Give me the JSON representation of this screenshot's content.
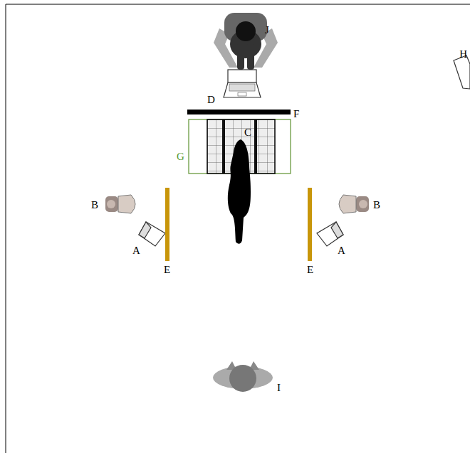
{
  "diagram": {
    "labels": [
      "J",
      "H",
      "D",
      "F",
      "C",
      "G",
      "B",
      "B",
      "A",
      "A",
      "E",
      "E",
      "I"
    ]
  }
}
